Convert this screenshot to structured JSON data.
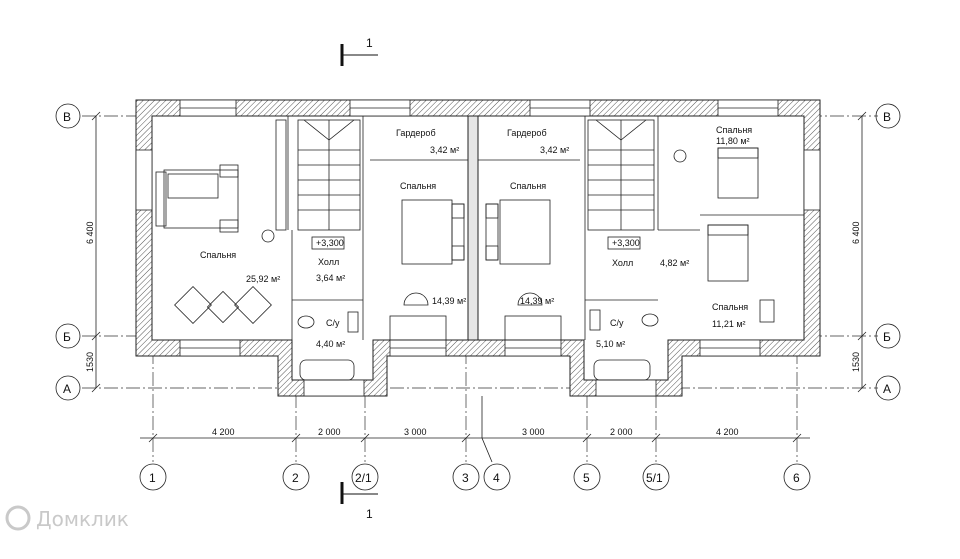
{
  "rooms": {
    "bed_left": {
      "name": "Спальня",
      "area": "25,92 м²"
    },
    "hall_left": {
      "name": "Холл",
      "area": "3,64 м²",
      "level": "+3,300"
    },
    "bath_left": {
      "name": "С/у",
      "area": "4,40 м²"
    },
    "wardrobe_left": {
      "name": "Гардероб",
      "area": "3,42 м²"
    },
    "bed_center_left": {
      "name": "Спальня",
      "area": "14,39 м²"
    },
    "wardrobe_right": {
      "name": "Гардероб",
      "area": "3,42 м²"
    },
    "bed_center_right": {
      "name": "Спальня",
      "area": "14,39 м²"
    },
    "hall_right": {
      "name": "Холл",
      "area": "4,82 м²",
      "level": "+3,300"
    },
    "bath_right": {
      "name": "С/у",
      "area": "5,10 м²"
    },
    "bed_right_top": {
      "name": "Спальня",
      "area": "11,80 м²"
    },
    "bed_right_bottom": {
      "name": "Спальня",
      "area": "11,21 м²"
    }
  },
  "axes_horizontal": {
    "v": "В",
    "b": "Б",
    "a": "А"
  },
  "axes_vertical": [
    "1",
    "2",
    "2/1",
    "3",
    "4",
    "5",
    "5/1",
    "6"
  ],
  "dimensions": {
    "left_height": "6 400",
    "right_height": "6 400",
    "left_bottom": "1530",
    "right_bottom": "1530",
    "bottom_row": [
      "4 200",
      "2 000",
      "3 000",
      "3 000",
      "2 000",
      "4 200"
    ]
  },
  "section": {
    "top": "1",
    "bottom": "1"
  },
  "watermark": "Домклик"
}
